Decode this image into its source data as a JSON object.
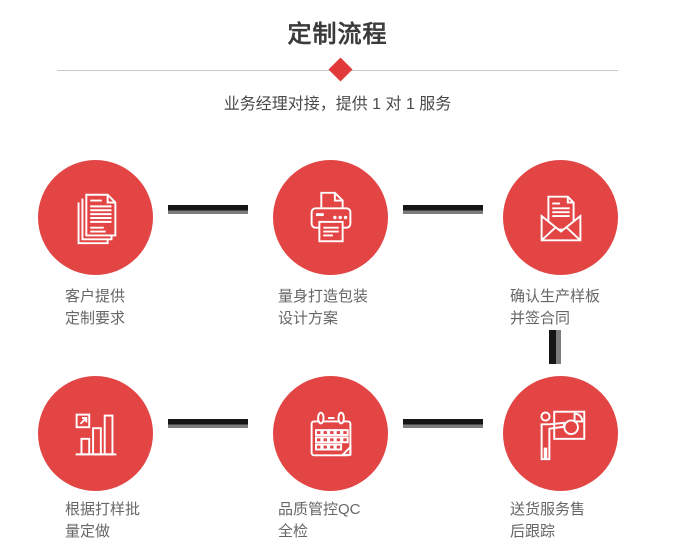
{
  "header": {
    "title": "定制流程",
    "subtitle": "业务经理对接，提供 1 对 1 服务"
  },
  "steps": [
    {
      "icon": "documents-icon",
      "line1": "客户提供",
      "line2": "定制要求"
    },
    {
      "icon": "printer-icon",
      "line1": "量身打造包装",
      "line2": "设计方案"
    },
    {
      "icon": "envelope-icon",
      "line1": "确认生产样板",
      "line2": "并签合同"
    },
    {
      "icon": "bar-chart-icon",
      "line1": "根据打样批",
      "line2": "量定做"
    },
    {
      "icon": "calendar-icon",
      "line1": "品质管控QC",
      "line2": "全检"
    },
    {
      "icon": "presentation-icon",
      "line1": "送货服务售",
      "line2": "后跟踪"
    }
  ],
  "colors": {
    "accent_red": "#e34545",
    "diamond_red": "#e23a3a",
    "connector_dark": "#161616",
    "connector_gray": "#7d7d7d",
    "divider_gray": "#c9c9c9",
    "title_text": "#3b3b3b",
    "subtitle_text": "#4a4a4a",
    "label_text": "#666666"
  }
}
